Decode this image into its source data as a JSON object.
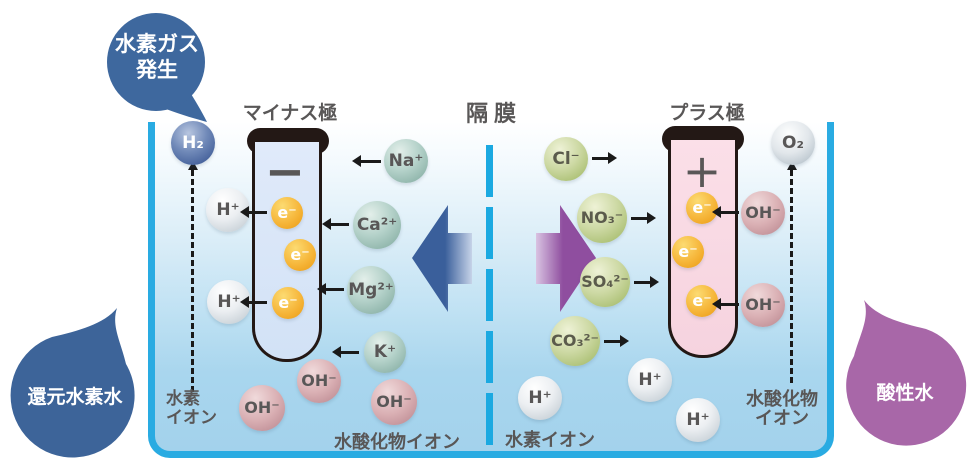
{
  "headers": {
    "minus_electrode": "マイナス極",
    "membrane": "隔膜",
    "plus_electrode": "プラス極"
  },
  "electrodes": {
    "minus_symbol": "−",
    "plus_symbol": "+"
  },
  "callouts": {
    "hydrogen_gas": "水素ガス\n発生",
    "reduced_hydrogen_water": "還元水素水",
    "acidic_water": "酸性水"
  },
  "particles": {
    "h2": "H₂",
    "o2": "O₂",
    "electron": "e⁻",
    "na": "Na⁺",
    "ca": "Ca²⁺",
    "mg": "Mg²⁺",
    "k": "K⁺",
    "h": "H⁺",
    "oh": "OH⁻",
    "cl": "Cl⁻",
    "no3": "NO₃⁻",
    "so4": "SO₄²⁻",
    "co3": "CO₃²⁻"
  },
  "region_labels": {
    "hydrogen_ion_stacked": "水素\nイオン",
    "hydroxide_ion": "水酸化物イオン",
    "hydrogen_ion": "水素イオン",
    "hydroxide_ion_stacked": "水酸化物\nイオン"
  },
  "colors": {
    "tank_border": "#29ABE2",
    "membrane_dash": "#1BA9E1",
    "left_arrow_blue": "#3A5F9B",
    "right_arrow_purple": "#8F4E9F",
    "bubble_fill": "#3E689E",
    "drop_left_fill": "#3D6499",
    "drop_right_fill": "#A867A8",
    "electron_orange": "#F5A928",
    "text_gray": "#595757"
  }
}
